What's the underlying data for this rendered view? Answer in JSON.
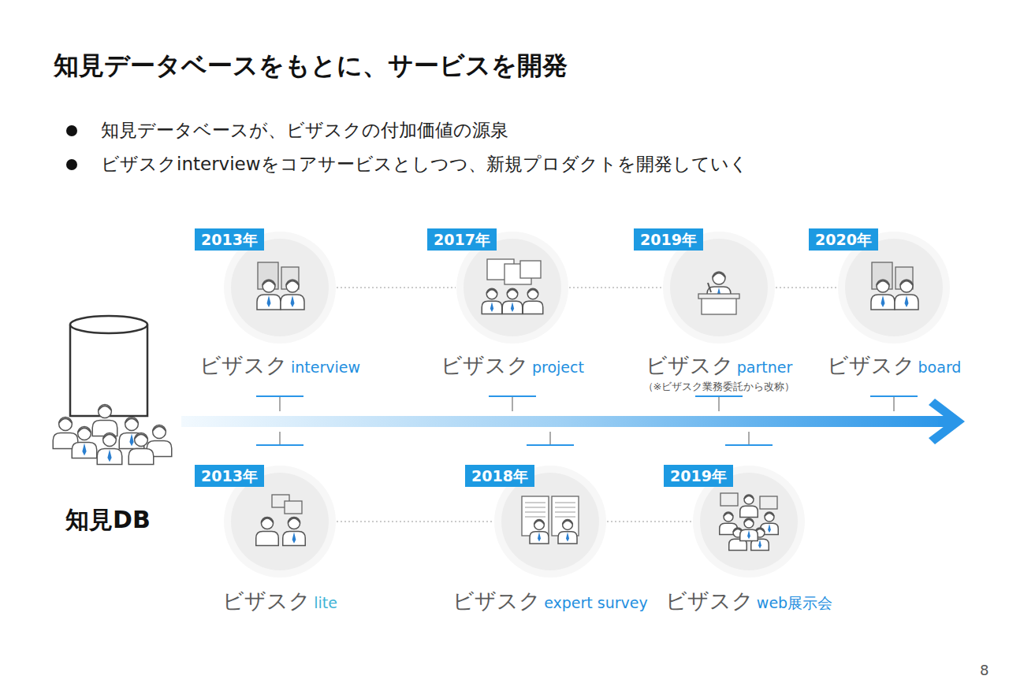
{
  "diagram": {
    "title": "知見データベースをもとに、サービスを開発",
    "nodes": [
      {
        "text": [
          "2013年",
          "ビザスク",
          "interview"
        ]
      },
      {
        "text": [
          "2017年",
          "ビザスク",
          "project"
        ]
      },
      {
        "text": [
          "2019年",
          "ビザスク",
          "partner",
          "（※ビザスク業務委託から改称）"
        ]
      },
      {
        "text": [
          "2020年",
          "ビザスク",
          "board"
        ]
      },
      {
        "text": [
          "2013年",
          "ビザスク",
          "lite"
        ]
      },
      {
        "text": [
          "2018年",
          "ビザスク",
          "expert survey"
        ]
      },
      {
        "text": [
          "2019年",
          "ビザスク",
          "web展示会"
        ]
      },
      {
        "text": [
          "知見DB"
        ]
      }
    ],
    "edges": [
      {
        "from": 0,
        "to": 1,
        "arrow": "none"
      },
      {
        "from": 1,
        "to": 2,
        "arrow": "none"
      },
      {
        "from": 2,
        "to": 3,
        "arrow": "none"
      },
      {
        "from": 4,
        "to": 5,
        "arrow": "none"
      },
      {
        "from": 5,
        "to": 6,
        "arrow": "none"
      }
    ],
    "labels": [
      "知見データベースが、ビザスクの付加価値の源泉",
      "ビザスクinterviewをコアサービスとしつつ、新規プロダクトを開発していく",
      "8"
    ]
  }
}
